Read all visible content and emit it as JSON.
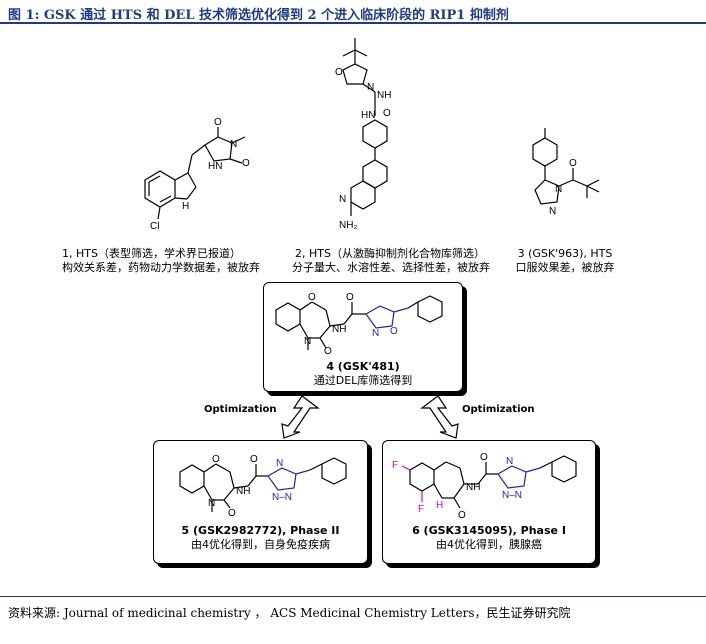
{
  "figure": {
    "title": "图 1:  GSK 通过 HTS 和 DEL 技术筛选优化得到 2 个进入临床阶段的 RIP1 抑制剂",
    "source": "资料来源:  Journal of medicinal chemistry  ，  ACS Medicinal Chemistry Letters，民生证券研究院"
  },
  "compounds": [
    {
      "id": "1",
      "name_line": "1, HTS（表型筛选，学术界已报道）",
      "note": "构效关系差，药物动力学数据差，被放弃"
    },
    {
      "id": "2",
      "name_line": "2, HTS（从激酶抑制剂化合物库筛选）",
      "note": "分子量大、水溶性差、选择性差，被放弃"
    },
    {
      "id": "3",
      "name_line": "3 (GSK'963), HTS",
      "note": "口服效果差，被放弃"
    },
    {
      "id": "4",
      "name_line": "4 (GSK'481)",
      "note": "通过DEL库筛选得到"
    },
    {
      "id": "5",
      "name_line": "5 (GSK2982772), Phase II",
      "note": "由4优化得到，自身免疫疾病"
    },
    {
      "id": "6",
      "name_line": "6 (GSK3145095), Phase I",
      "note": "由4优化得到，胰腺癌"
    }
  ],
  "arrows": {
    "left_label": "Optimization",
    "right_label": "Optimization"
  },
  "atoms": {
    "O": "O",
    "N": "N",
    "NH": "NH",
    "HN": "HN",
    "H": "H",
    "Cl": "Cl",
    "F": "F",
    "NH2": "NH₂",
    "N_H": "N–NH",
    "NNH": "N–N"
  },
  "colors": {
    "title": "#1f3a8a",
    "blue_ring": "#1f1fcc",
    "magenta": "#e000c8"
  }
}
